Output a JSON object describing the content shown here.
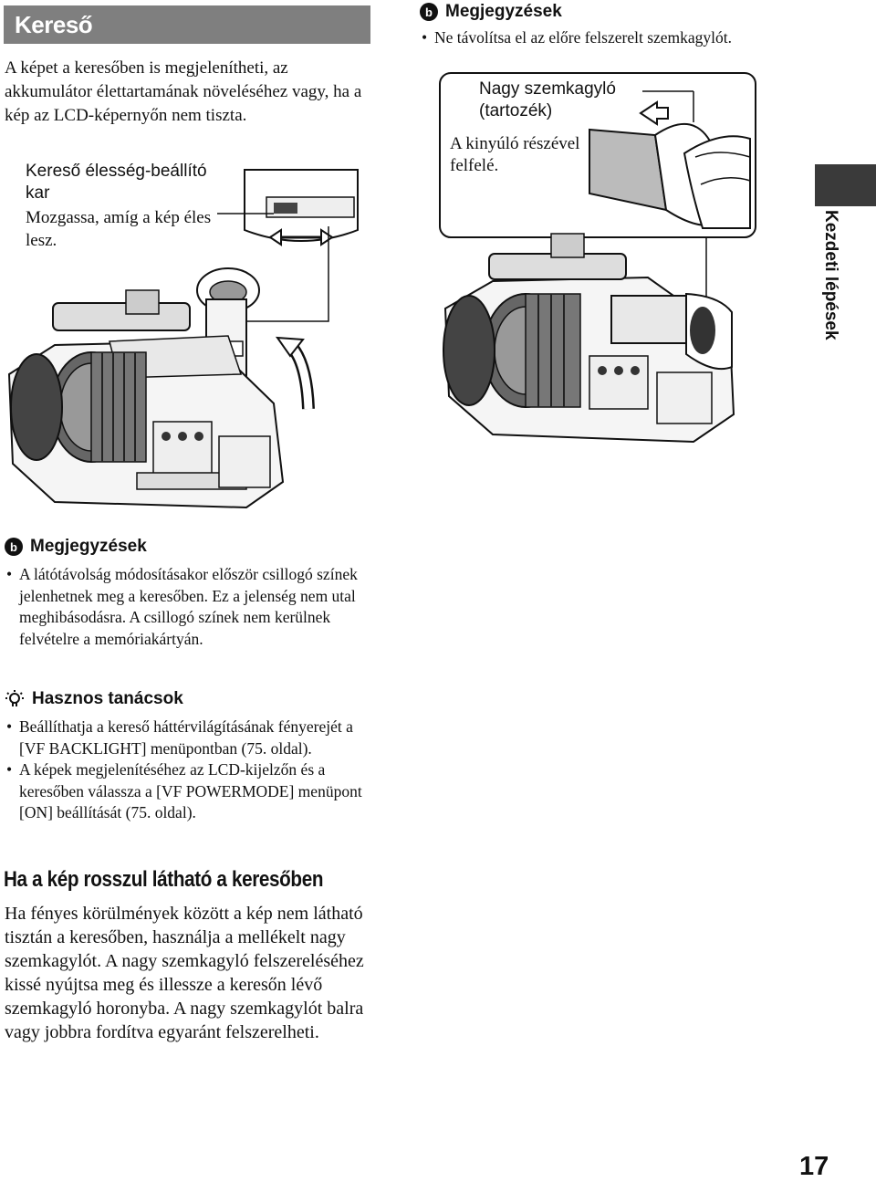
{
  "section": {
    "title": "Kereső"
  },
  "intro": "A képet a keresőben is megjelenítheti, az akkumulátor élettartamának növeléséhez vagy, ha a kép az LCD-képernyőn nem tiszta.",
  "figure1": {
    "callout_title": "Kereső élesség-beállító kar",
    "callout_desc": "Mozgassa, amíg a kép éles lesz."
  },
  "notes_top": {
    "heading": "Megjegyzések",
    "icon": "note-icon",
    "items": [
      "Ne távolítsa el az előre felszerelt szemkagylót."
    ]
  },
  "figure2": {
    "label_title": "Nagy szemkagyló (tartozék)",
    "label_desc": "A kinyúló részével felfelé."
  },
  "side_tab": {
    "label": "Kezdeti lépések"
  },
  "notes_mid": {
    "heading": "Megjegyzések",
    "icon": "note-icon",
    "items": [
      "A látótávolság módosításakor először csillogó színek jelenhetnek meg a keresőben. Ez a jelenség nem utal meghibásodásra. A csillogó színek nem kerülnek felvételre a memóriakártyán."
    ]
  },
  "tips": {
    "heading": "Hasznos tanácsok",
    "icon": "lightbulb-icon",
    "items": [
      "Beállíthatja a kereső háttérvilágításának fényerejét a [VF BACKLIGHT] menüpontban (75. oldal).",
      "A képek megjelenítéséhez az LCD-kijelzőn és a keresőben válassza a [VF POWERMODE] menüpont [ON] beállítását (75. oldal)."
    ]
  },
  "subsection": {
    "title": "Ha a kép rosszul látható a keresőben",
    "body": "Ha fényes körülmények között a kép nem látható tisztán a keresőben, használja a mellékelt nagy szemkagylót. A nagy szemkagyló felszereléséhez kissé nyújtsa meg és illessze a keresőn lévő szemkagyló horonyba. A nagy szemkagylót balra vagy jobbra fordítva egyaránt felszerelheti."
  },
  "page_number": "17"
}
